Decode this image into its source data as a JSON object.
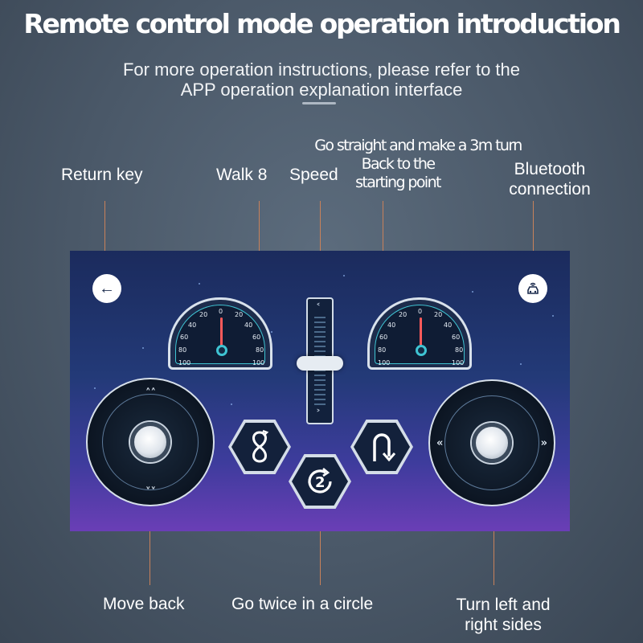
{
  "header": {
    "title": "Remote control mode operation introduction",
    "subtitle_line1": "For more operation instructions, please refer to the",
    "subtitle_line2": "APP operation explanation interface"
  },
  "labels": {
    "return_key": "Return key",
    "walk_8": "Walk 8",
    "speed": "Speed",
    "go_straight_line1": "Go straight and make a 3m turn",
    "go_straight_line2": "Back to the",
    "go_straight_line3": "starting point",
    "bluetooth_line1": "Bluetooth",
    "bluetooth_line2": "connection",
    "move_back": "Move back",
    "circle": "Go twice in a circle",
    "turn_line1": "Turn left and",
    "turn_line2": "right sides"
  },
  "app": {
    "back_icon": "arrow-left-icon",
    "bluetooth_icon": "car-bluetooth-icon",
    "gauge_ticks_left": [
      "20",
      "0",
      "20",
      "40",
      "40",
      "60",
      "60",
      "80",
      "80",
      "100",
      "100"
    ],
    "gauge_center": "0",
    "circle_badge": "2",
    "accent_color": "#3fc4d3",
    "needle_color": "#ff5a5a"
  }
}
